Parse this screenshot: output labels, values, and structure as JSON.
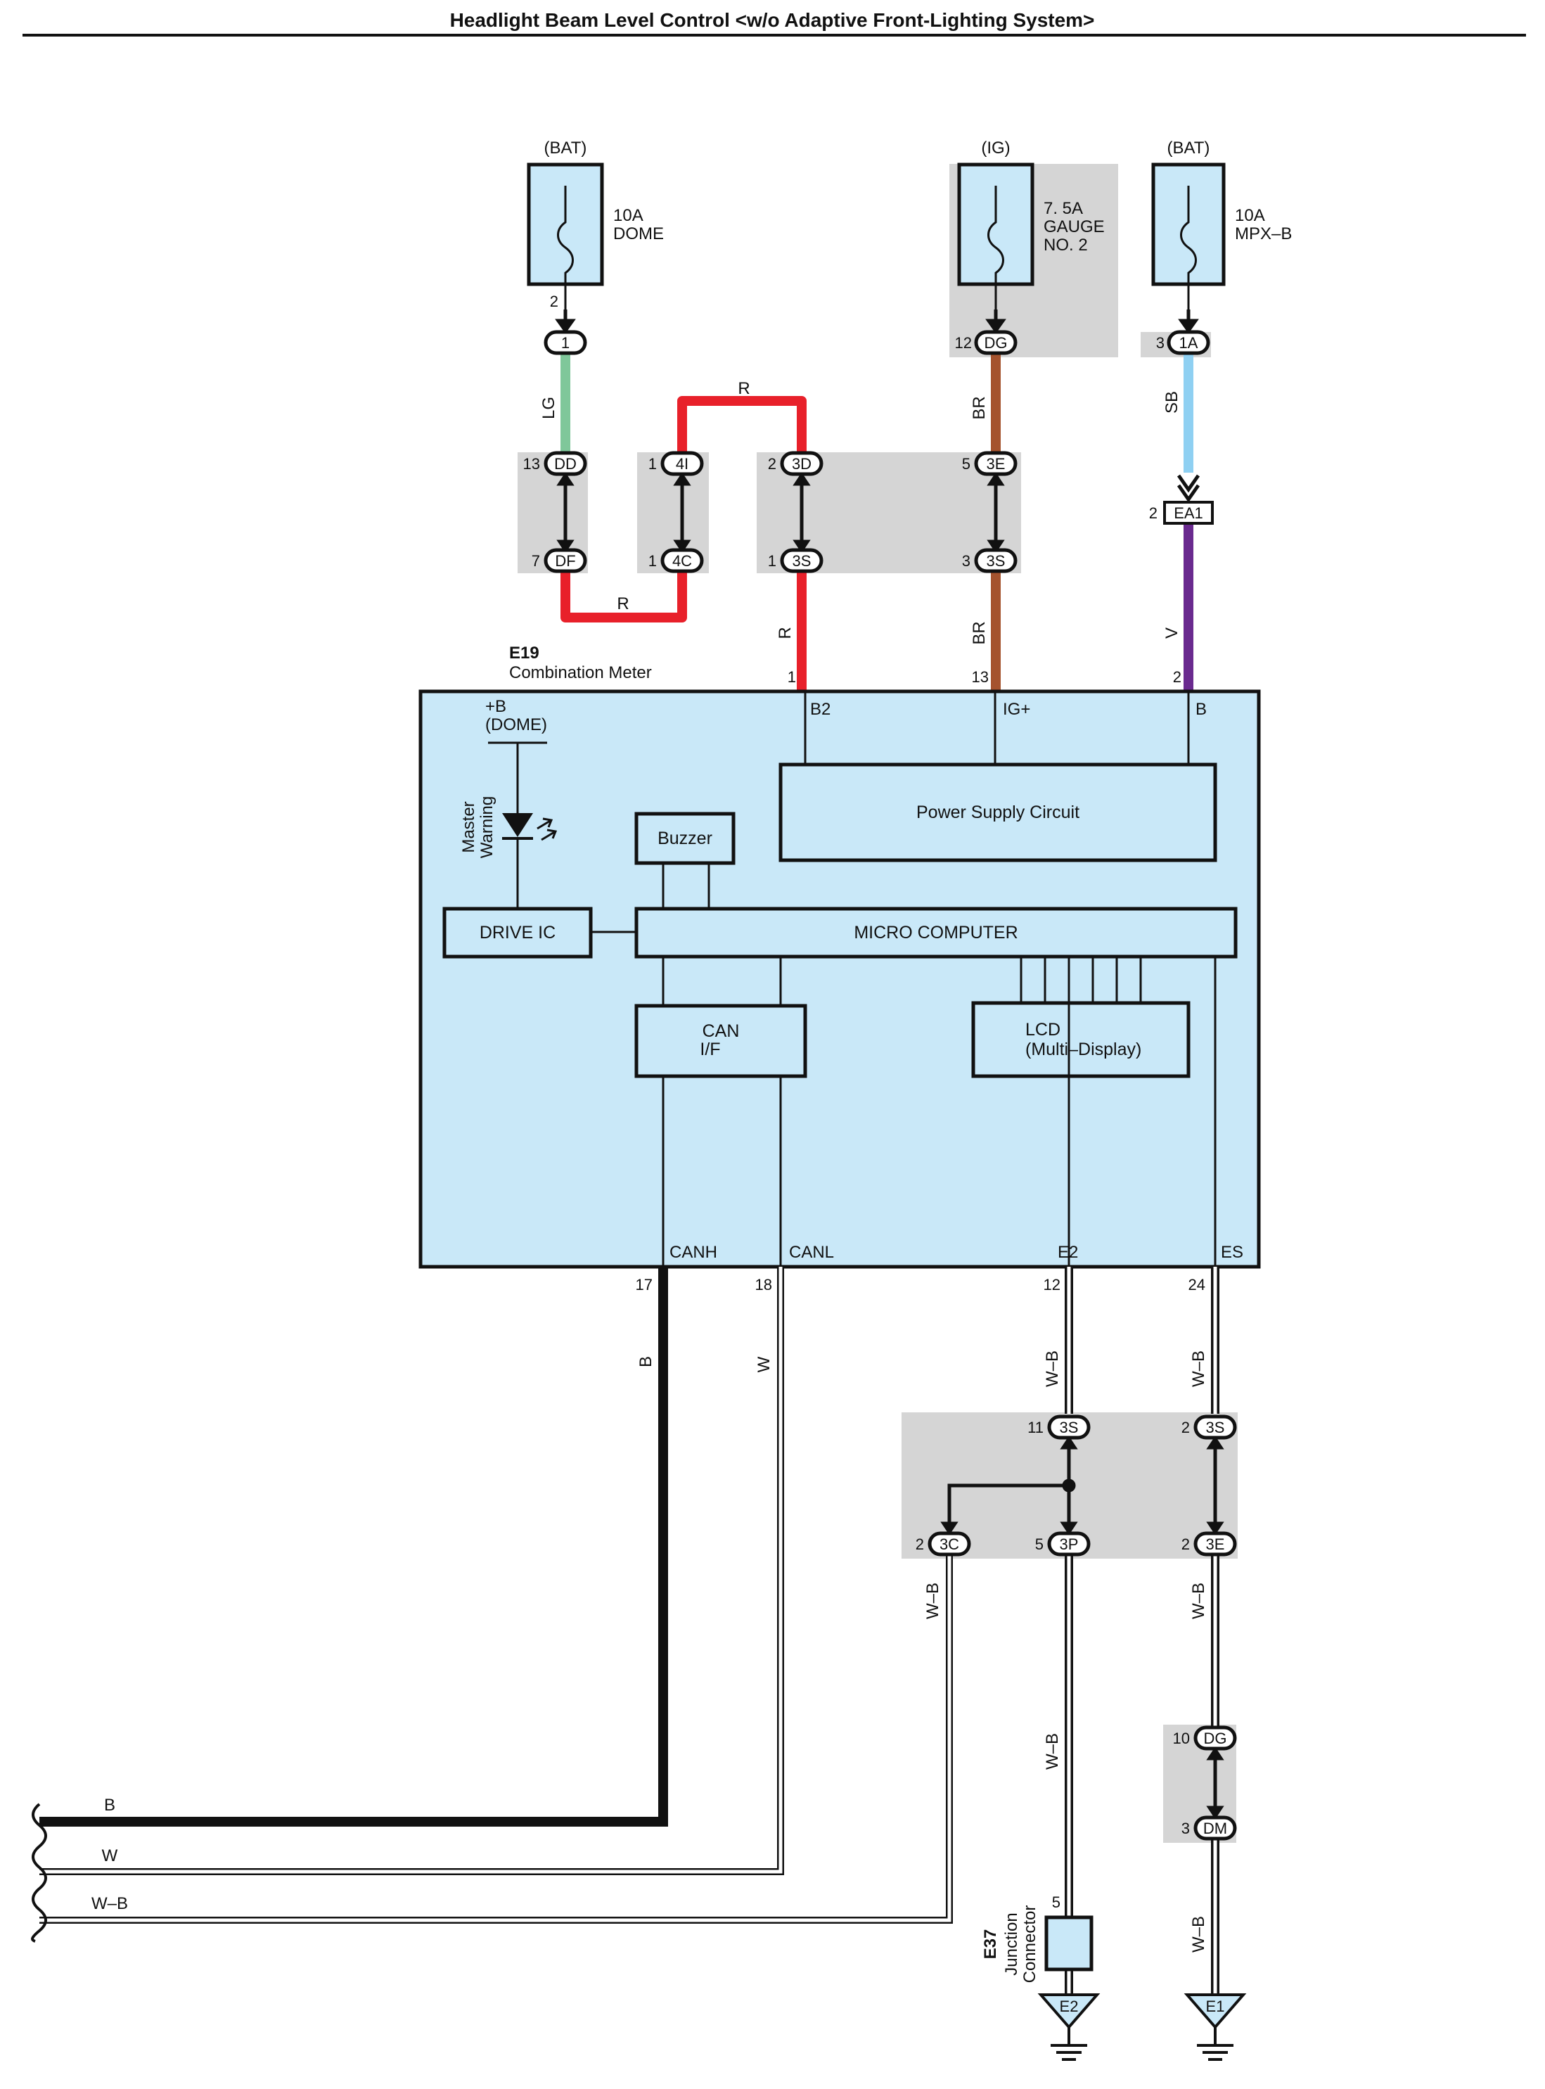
{
  "title": "Headlight Beam Level Control <w/o Adaptive Front-Lighting System>",
  "fuses": [
    {
      "source": "(BAT)",
      "rating": "10A",
      "name": "DOME",
      "name2": ""
    },
    {
      "source": "(IG)",
      "rating": "7. 5A",
      "name": "GAUGE",
      "name2": "NO. 2"
    },
    {
      "source": "(BAT)",
      "rating": "10A",
      "name": "MPX–B",
      "name2": ""
    }
  ],
  "connectors": {
    "c1": "1",
    "dd": "DD",
    "df": "DF",
    "c4i": "4I",
    "c4c": "4C",
    "c3d": "3D",
    "c3s_a": "3S",
    "dg_top": "DG",
    "c3e_top": "3E",
    "c3s_b": "3S",
    "c1a": "1A",
    "ea1": "EA1",
    "c3s_c": "3S",
    "c3s_d": "3S",
    "c3c": "3C",
    "c3p": "3P",
    "c3e_bot": "3E",
    "dg_bot": "DG",
    "dm": "DM"
  },
  "pins": {
    "p2a": "2",
    "p13": "13",
    "p7": "7",
    "p1a": "1",
    "p1b": "1",
    "p2b": "2",
    "p1c": "1",
    "p12a": "12",
    "p5a": "5",
    "p3a": "3",
    "p3b": "3",
    "p2c": "2",
    "m1": "1",
    "m13": "13",
    "m2": "2",
    "m17": "17",
    "m18": "18",
    "m12": "12",
    "m24": "24",
    "p11": "11",
    "p2d": "2",
    "p2e": "2",
    "p5b": "5",
    "p2f": "2",
    "p10": "10",
    "p3c": "3",
    "p5c": "5"
  },
  "wires": {
    "lg": "LG",
    "r_top": "R",
    "r_bot": "R",
    "r_side": "R",
    "br1": "BR",
    "br2": "BR",
    "sb": "SB",
    "v": "V",
    "b": "B",
    "w": "W",
    "wb1": "W–B",
    "wb2": "W–B",
    "wb3": "W–B",
    "wb4": "W–B",
    "wb5": "W–B",
    "wb6": "W–B",
    "bus_b": "B",
    "bus_w": "W",
    "bus_wb": "W–B"
  },
  "meter": {
    "code": "E19",
    "name": "Combination Meter",
    "plus_b": "+B",
    "dome": "(DOME)",
    "master": "Master",
    "warning": "Warning",
    "b2": "B2",
    "igp": "IG+",
    "b": "B",
    "psc": "Power Supply Circuit",
    "buzzer": "Buzzer",
    "drive_ic": "DRIVE IC",
    "micro": "MICRO COMPUTER",
    "can1": "CAN",
    "can2": "I/F",
    "lcd1": "LCD",
    "lcd2": "(Multi–Display)",
    "canh": "CANH",
    "canl": "CANL",
    "e2": "E2",
    "es": "ES"
  },
  "junction": {
    "code": "E37",
    "line1": "Junction",
    "line2": "Connector"
  },
  "grounds": {
    "e2": "E2",
    "e1": "E1"
  },
  "colors": {
    "lg": "#7fc79a",
    "red": "#e8202a",
    "brown": "#a5532e",
    "sb": "#8fd0f2",
    "violet": "#6a2a8f",
    "block_fill": "#c9e8f8",
    "gray_box": "#d5d5d5",
    "black": "#111111"
  }
}
